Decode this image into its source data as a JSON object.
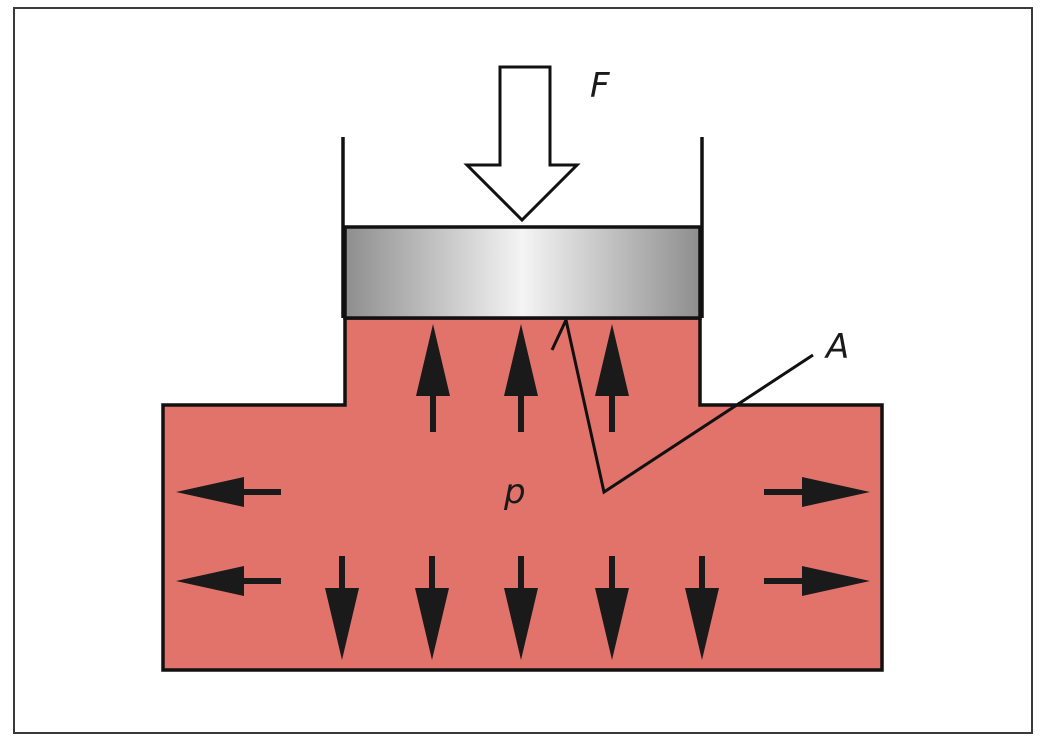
{
  "labels": {
    "force": "F",
    "area": "A",
    "pressure": "p"
  },
  "colors": {
    "background": "#ffffff",
    "frame": "#3a3a3a",
    "fluid": "#e2736b",
    "outline": "#111111",
    "piston_dark": "#8e8e8e",
    "piston_light": "#f4f4f4",
    "arrow": "#1a1a1a",
    "force_arrow_fill": "#ffffff"
  }
}
